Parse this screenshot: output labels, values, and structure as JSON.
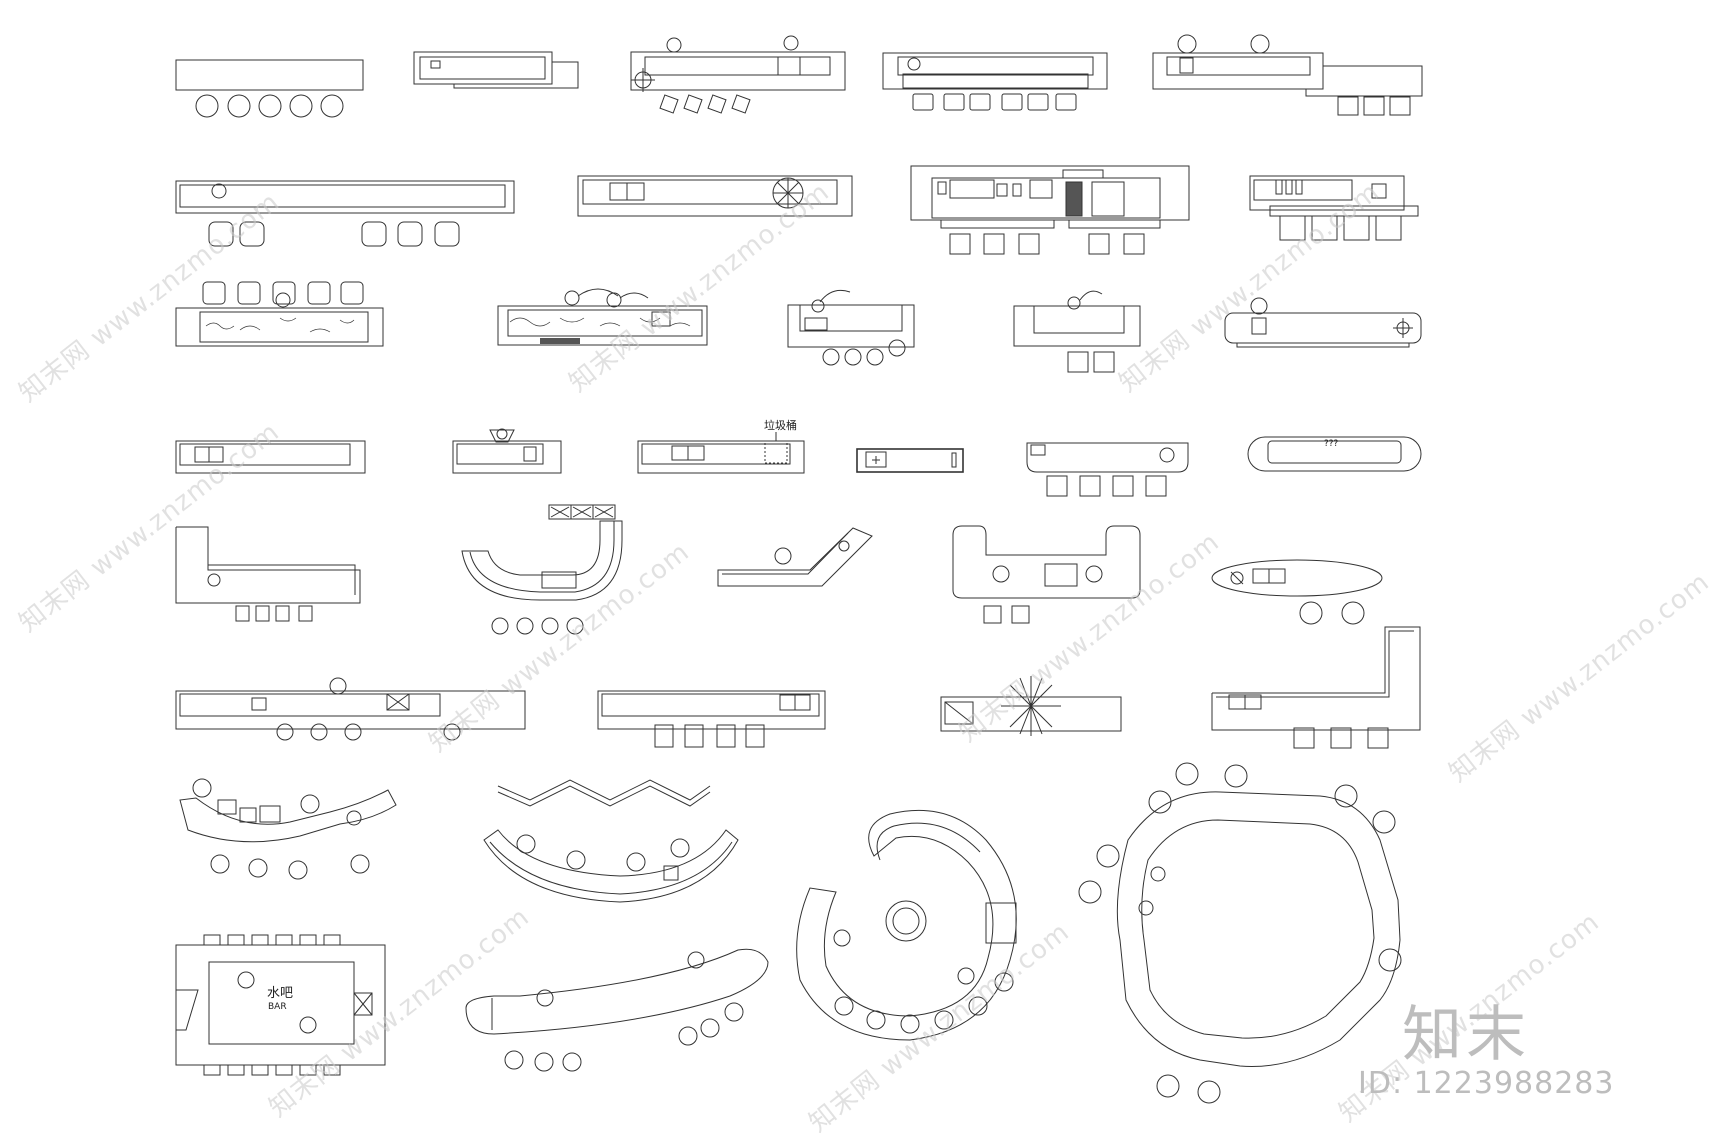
{
  "labels": {
    "trash_bin": "垃圾桶",
    "unknown": "???",
    "bar_cn": "水吧",
    "bar_en": "BAR"
  },
  "watermark": {
    "site_cn": "知末网",
    "site_url": "www.znzmo.com",
    "logo": "知末",
    "id": "ID: 1223988283"
  },
  "colors": {
    "line": "#333333",
    "watermark": "#c4c4c4",
    "background": "#ffffff"
  }
}
